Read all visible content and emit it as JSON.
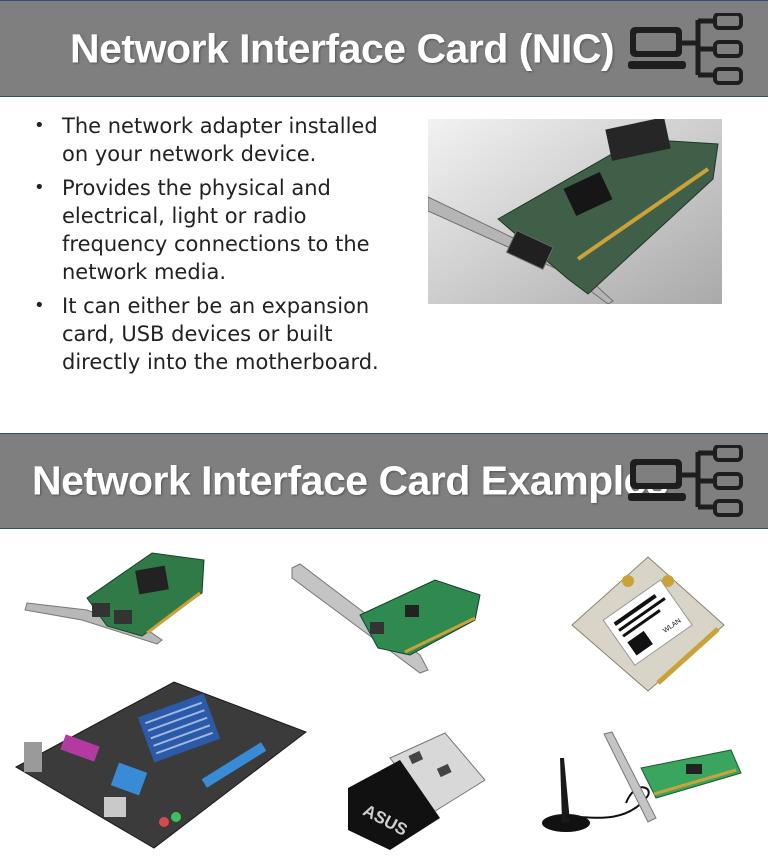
{
  "slide1": {
    "title": "Network Interface Card (NIC)",
    "icon": "network-topology-icon",
    "bullets": [
      "The network adapter installed on your network device.",
      "Provides the physical and electrical, light or radio frequency connections to the network media.",
      "It can either be an expansion card, USB devices or built directly into the motherboard."
    ],
    "image": "pci-network-card-photo"
  },
  "slide2": {
    "title": "Network Interface Card Examples",
    "icon": "network-topology-icon",
    "examples": [
      "dual-port-pcie-nic",
      "pci-ethernet-nic",
      "mini-pcie-wlan-card",
      "motherboard-onboard-nic",
      "usb-wifi-adapter",
      "pci-wireless-card-with-antenna"
    ],
    "usb_brand": "ASUS",
    "wlan_label": "WLAN"
  },
  "colors": {
    "banner": "#7f7f7f",
    "banner_border": "#2f4f7a",
    "pcb_green": "#2f7a46"
  }
}
